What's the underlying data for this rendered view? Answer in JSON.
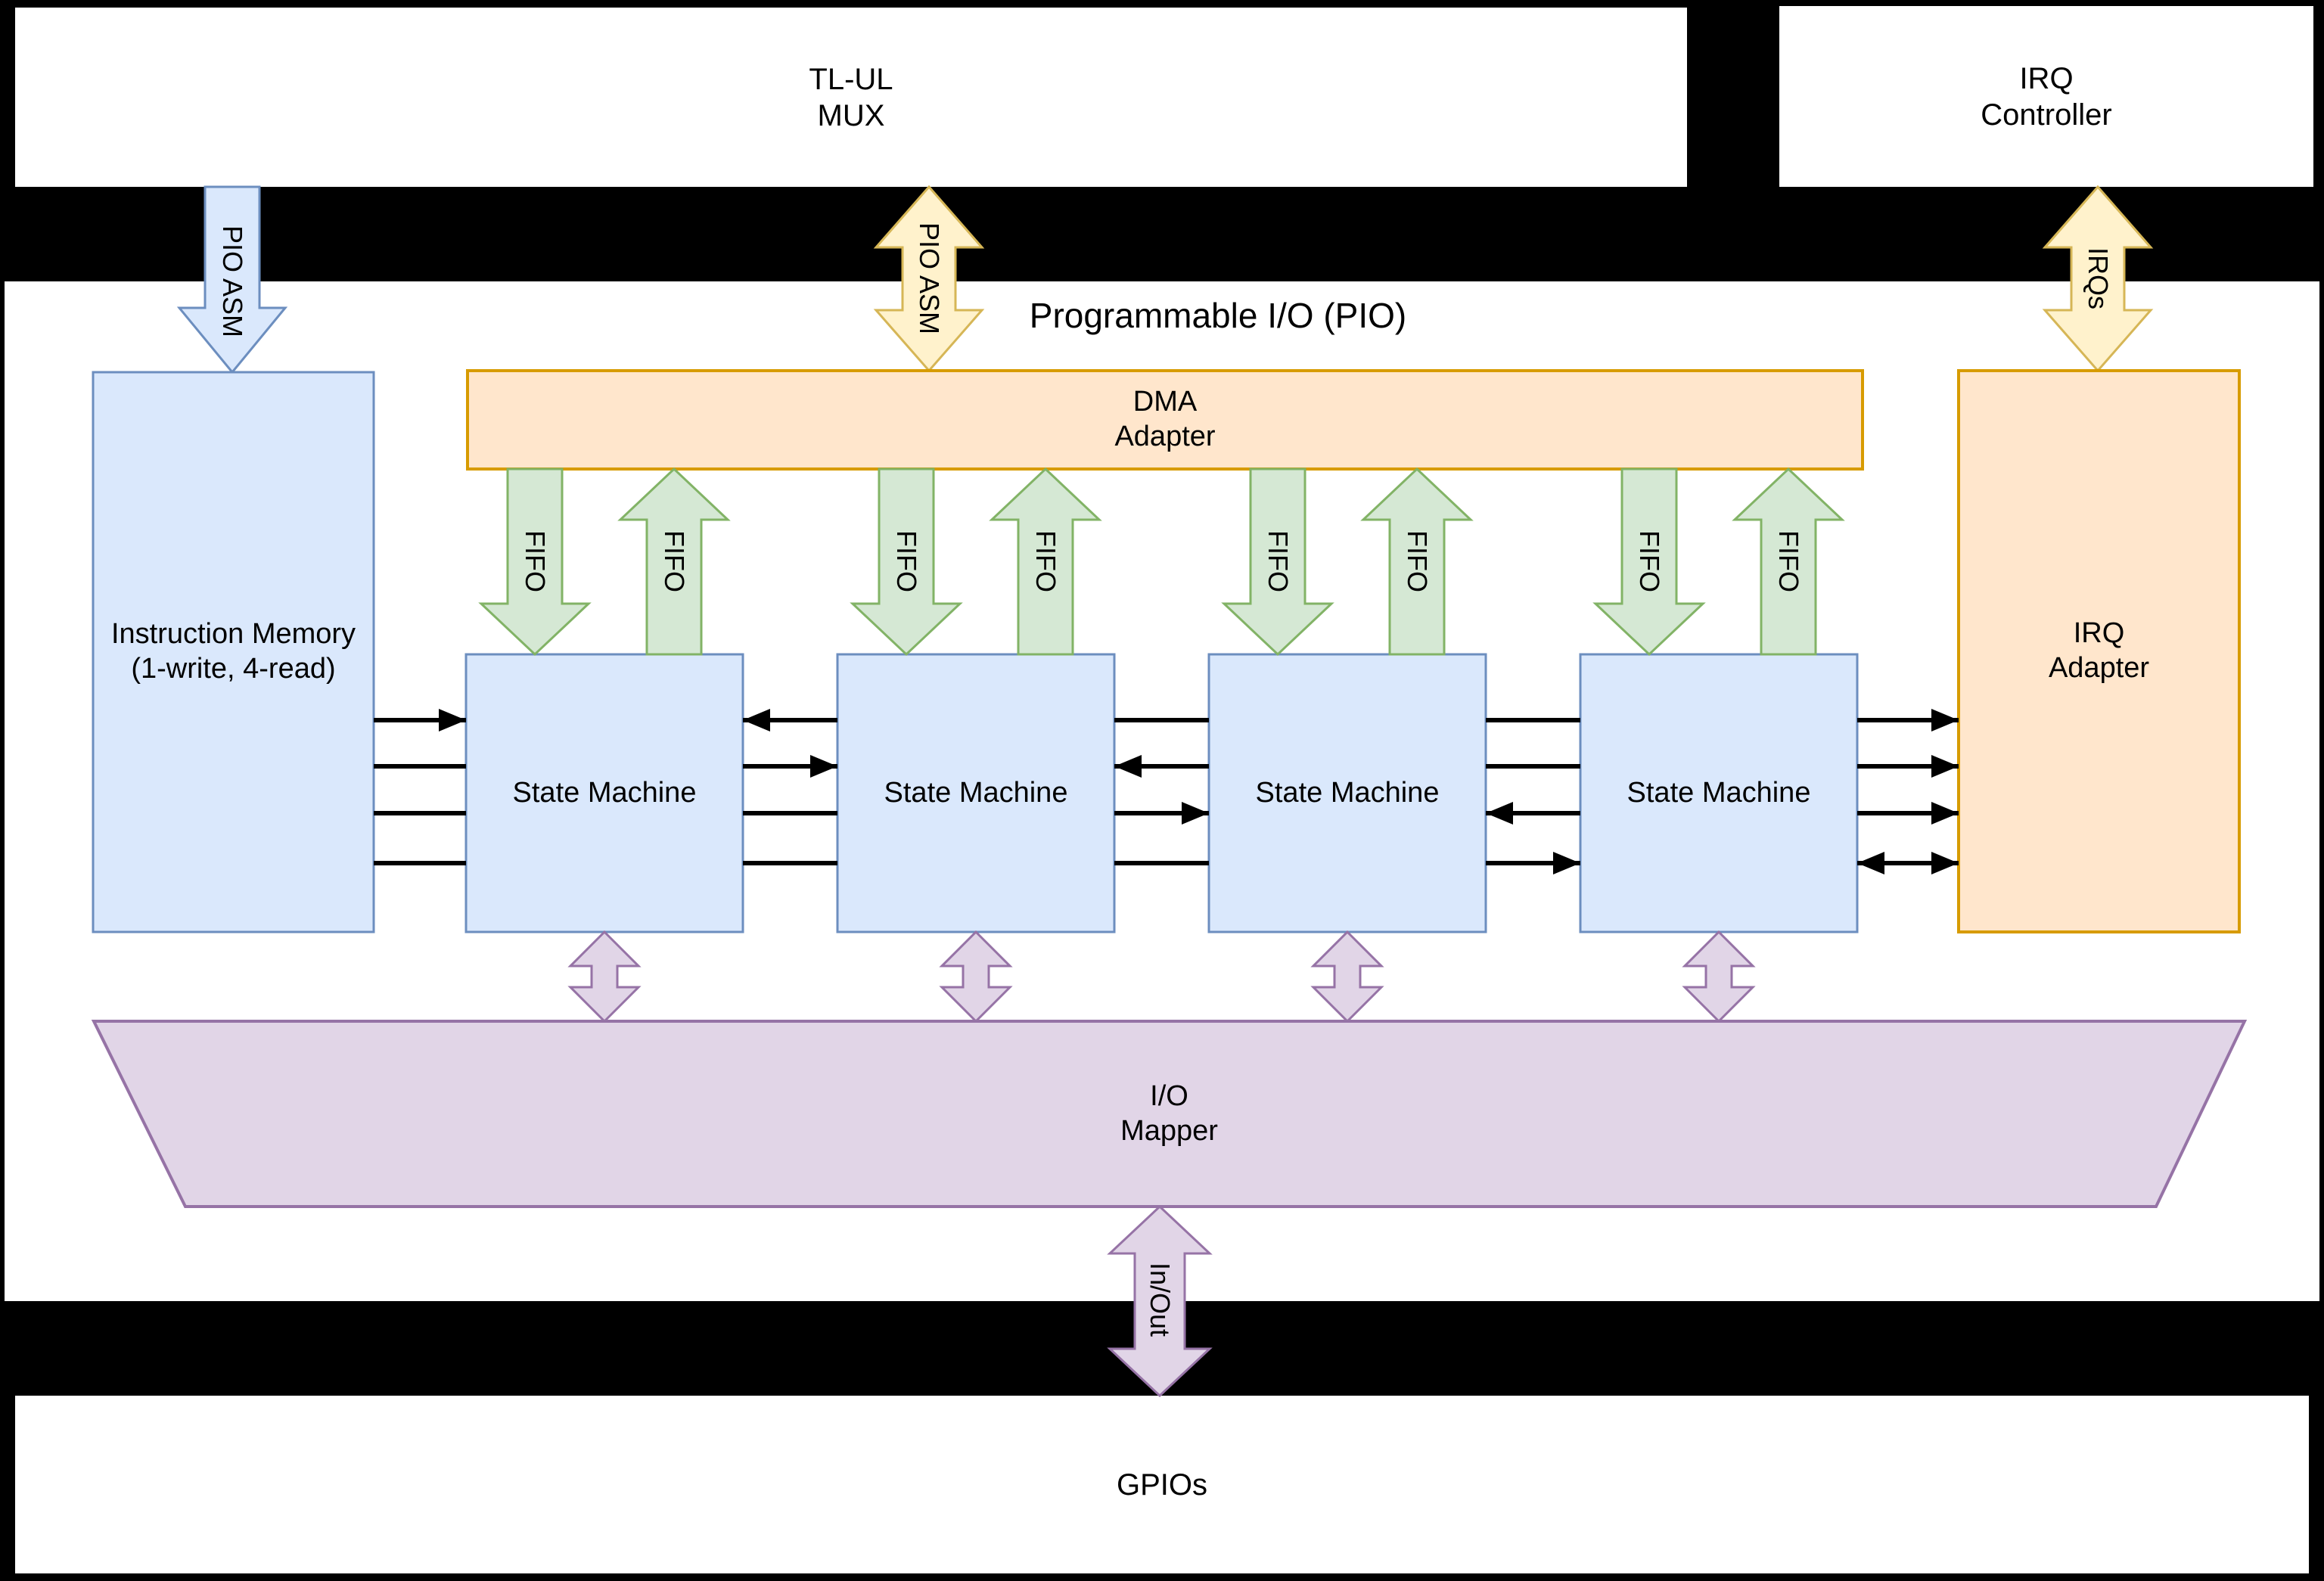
{
  "labels": {
    "tlul_mux": "TL-UL\nMUX",
    "irq_controller": "IRQ\nController",
    "pio_region_title": "Programmable I/O (PIO)",
    "pio_asm": "PIO ASM",
    "irqs": "IRQs",
    "dma_adapter": "DMA\nAdapter",
    "instruction_memory": "Instruction Memory\n(1-write, 4-read)",
    "state_machine": "State Machine",
    "fifo": "FIFO",
    "irq_adapter": "IRQ\nAdapter",
    "io_mapper": "I/O\nMapper",
    "in_out": "In/Out",
    "gpios": "GPIOs"
  },
  "colors": {
    "background": "#000000",
    "panel": "#ffffff",
    "text": "#000000",
    "blue_fill": "#dae8fc",
    "blue_stroke": "#6c8ebf",
    "orange_fill": "#ffe6cc",
    "orange_stroke": "#d79b00",
    "yellow_fill": "#fff2cc",
    "yellow_stroke": "#d6b656",
    "green_fill": "#d5e8d4",
    "green_stroke": "#82b366",
    "purple_fill": "#e1d5e7",
    "purple_stroke": "#9673a6",
    "connector": "#000000"
  }
}
